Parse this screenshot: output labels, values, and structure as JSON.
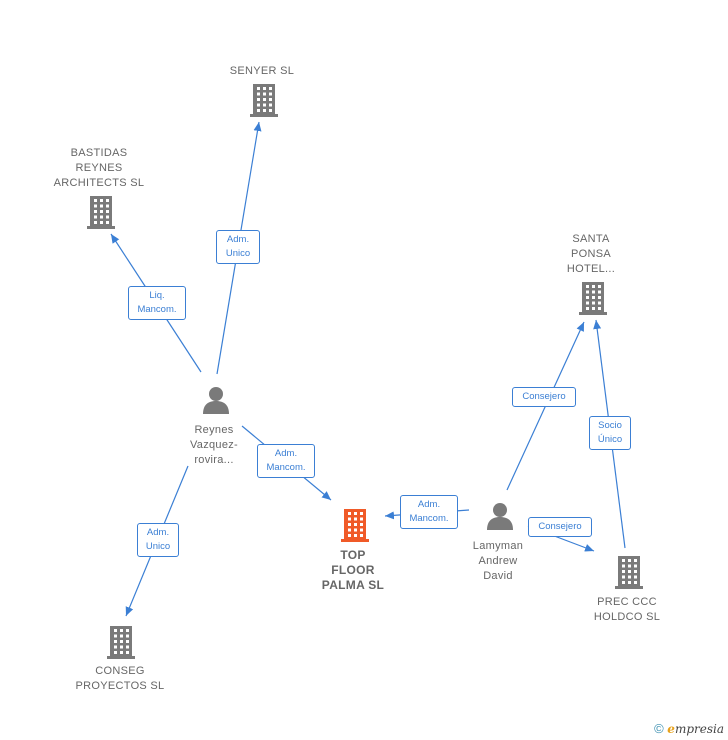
{
  "colors": {
    "edge": "#3b7fd4",
    "company": "#7a7a7a",
    "main_company": "#f05a28",
    "person": "#7a7a7a",
    "text": "#666666"
  },
  "nodes": {
    "senyer": {
      "type": "company",
      "label": [
        "SENYER SL"
      ]
    },
    "bastidas": {
      "type": "company",
      "label": [
        "BASTIDAS",
        "REYNES",
        "ARCHITECTS SL"
      ]
    },
    "santa_ponsa": {
      "type": "company",
      "label": [
        "SANTA",
        "PONSA",
        "HOTEL..."
      ]
    },
    "reynes": {
      "type": "person",
      "label": [
        "Reynes",
        "Vazquez-",
        "rovira..."
      ]
    },
    "top_floor": {
      "type": "main_company",
      "label": [
        "TOP",
        "FLOOR",
        "PALMA  SL"
      ]
    },
    "lamyman": {
      "type": "person",
      "label": [
        "Lamyman",
        "Andrew",
        "David"
      ]
    },
    "prec_ccc": {
      "type": "company",
      "label": [
        "PREC CCC",
        "HOLDCO  SL"
      ]
    },
    "conseg": {
      "type": "company",
      "label": [
        "CONSEG",
        "PROYECTOS SL"
      ]
    }
  },
  "edges": [
    {
      "from": "reynes",
      "to": "senyer",
      "label": [
        "Adm.",
        "Unico"
      ]
    },
    {
      "from": "reynes",
      "to": "bastidas",
      "label": [
        "Liq.",
        "Mancom."
      ]
    },
    {
      "from": "reynes",
      "to": "top_floor",
      "label": [
        "Adm.",
        "Mancom."
      ]
    },
    {
      "from": "reynes",
      "to": "conseg",
      "label": [
        "Adm.",
        "Unico"
      ]
    },
    {
      "from": "lamyman",
      "to": "top_floor",
      "label": [
        "Adm.",
        "Mancom."
      ]
    },
    {
      "from": "lamyman",
      "to": "santa_ponsa",
      "label": [
        "Consejero"
      ]
    },
    {
      "from": "prec_ccc",
      "to": "santa_ponsa",
      "label": [
        "Socio",
        "Único"
      ]
    },
    {
      "from": "lamyman",
      "to": "prec_ccc",
      "label": [
        "Consejero"
      ]
    }
  ],
  "footer": {
    "copyright": "©",
    "brand_initial": "e",
    "brand_rest": "mpresia"
  }
}
